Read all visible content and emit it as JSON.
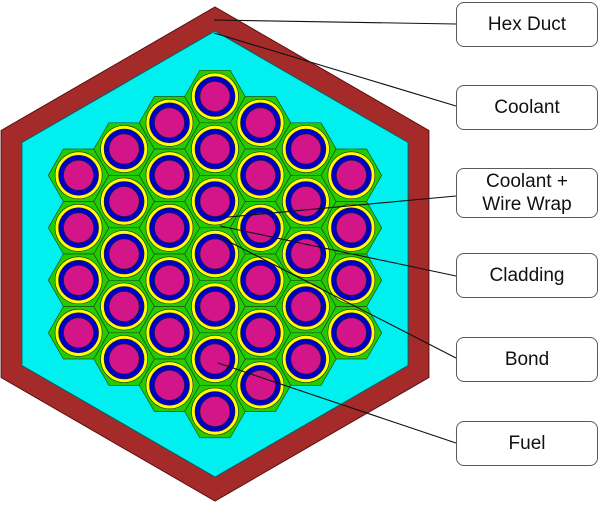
{
  "colors": {
    "hex_duct": "#a52a2a",
    "coolant": "#00f0f0",
    "wire_wrap_region": "#22cc00",
    "cladding": "#ffff00",
    "bond": "#0000c8",
    "fuel": "#d4158a",
    "outline": "#1f4f1f",
    "leader_line": "#111111"
  },
  "assembly": {
    "rings": 3,
    "pin_count": 37
  },
  "labels": [
    {
      "text": "Hex Duct"
    },
    {
      "text": "Coolant"
    },
    {
      "text": "Coolant +\nWire Wrap"
    },
    {
      "text": "Cladding"
    },
    {
      "text": "Bond"
    },
    {
      "text": "Fuel"
    }
  ]
}
